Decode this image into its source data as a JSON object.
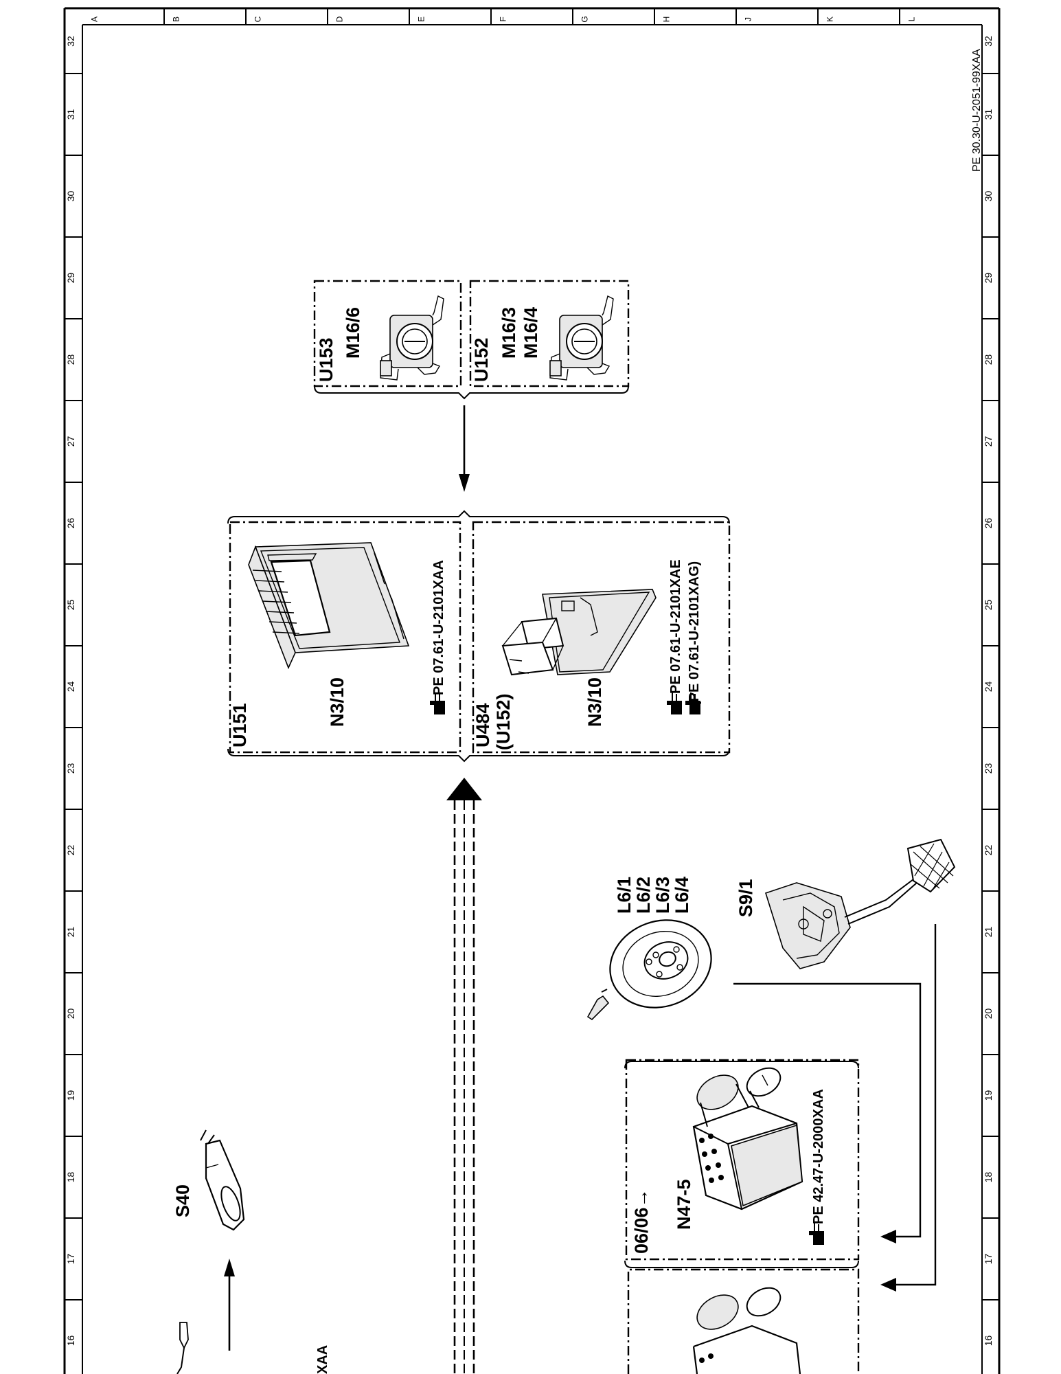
{
  "document": {
    "number": "PE 30.30-U-2051-99XAA",
    "cut_off_text": "XAA"
  },
  "frame": {
    "column_letters": [
      "A",
      "B",
      "C",
      "D",
      "E",
      "F",
      "G",
      "H",
      "J",
      "K",
      "L"
    ],
    "row_numbers": [
      "32",
      "31",
      "30",
      "29",
      "28",
      "27",
      "26",
      "25",
      "24",
      "23",
      "22",
      "21",
      "20",
      "19",
      "18",
      "17",
      "16"
    ]
  },
  "groups": [
    {
      "id": "U153",
      "components": [
        "M16/6"
      ]
    },
    {
      "id": "U152",
      "components": [
        "M16/3",
        "M16/4"
      ]
    },
    {
      "id": "U151",
      "component": "N3/10",
      "refs": [
        "PE 07.61-U-2101XAA"
      ]
    },
    {
      "id": "U484",
      "sub": "(U152)",
      "component": "N3/10",
      "refs": [
        "PE 07.61-U-2101XAE",
        "(PE 07.61-U-2101XAG)"
      ]
    },
    {
      "id": "06/06→",
      "component": "N47-5",
      "refs": [
        "PE 42.47-U-2000XAA"
      ]
    }
  ],
  "components": {
    "wheel_sensors": [
      "L6/1",
      "L6/2",
      "L6/3",
      "L6/4"
    ],
    "pedal_switch": "S9/1",
    "stalk_switch": "S40"
  },
  "icons": [
    "hand-pointer-icon"
  ]
}
